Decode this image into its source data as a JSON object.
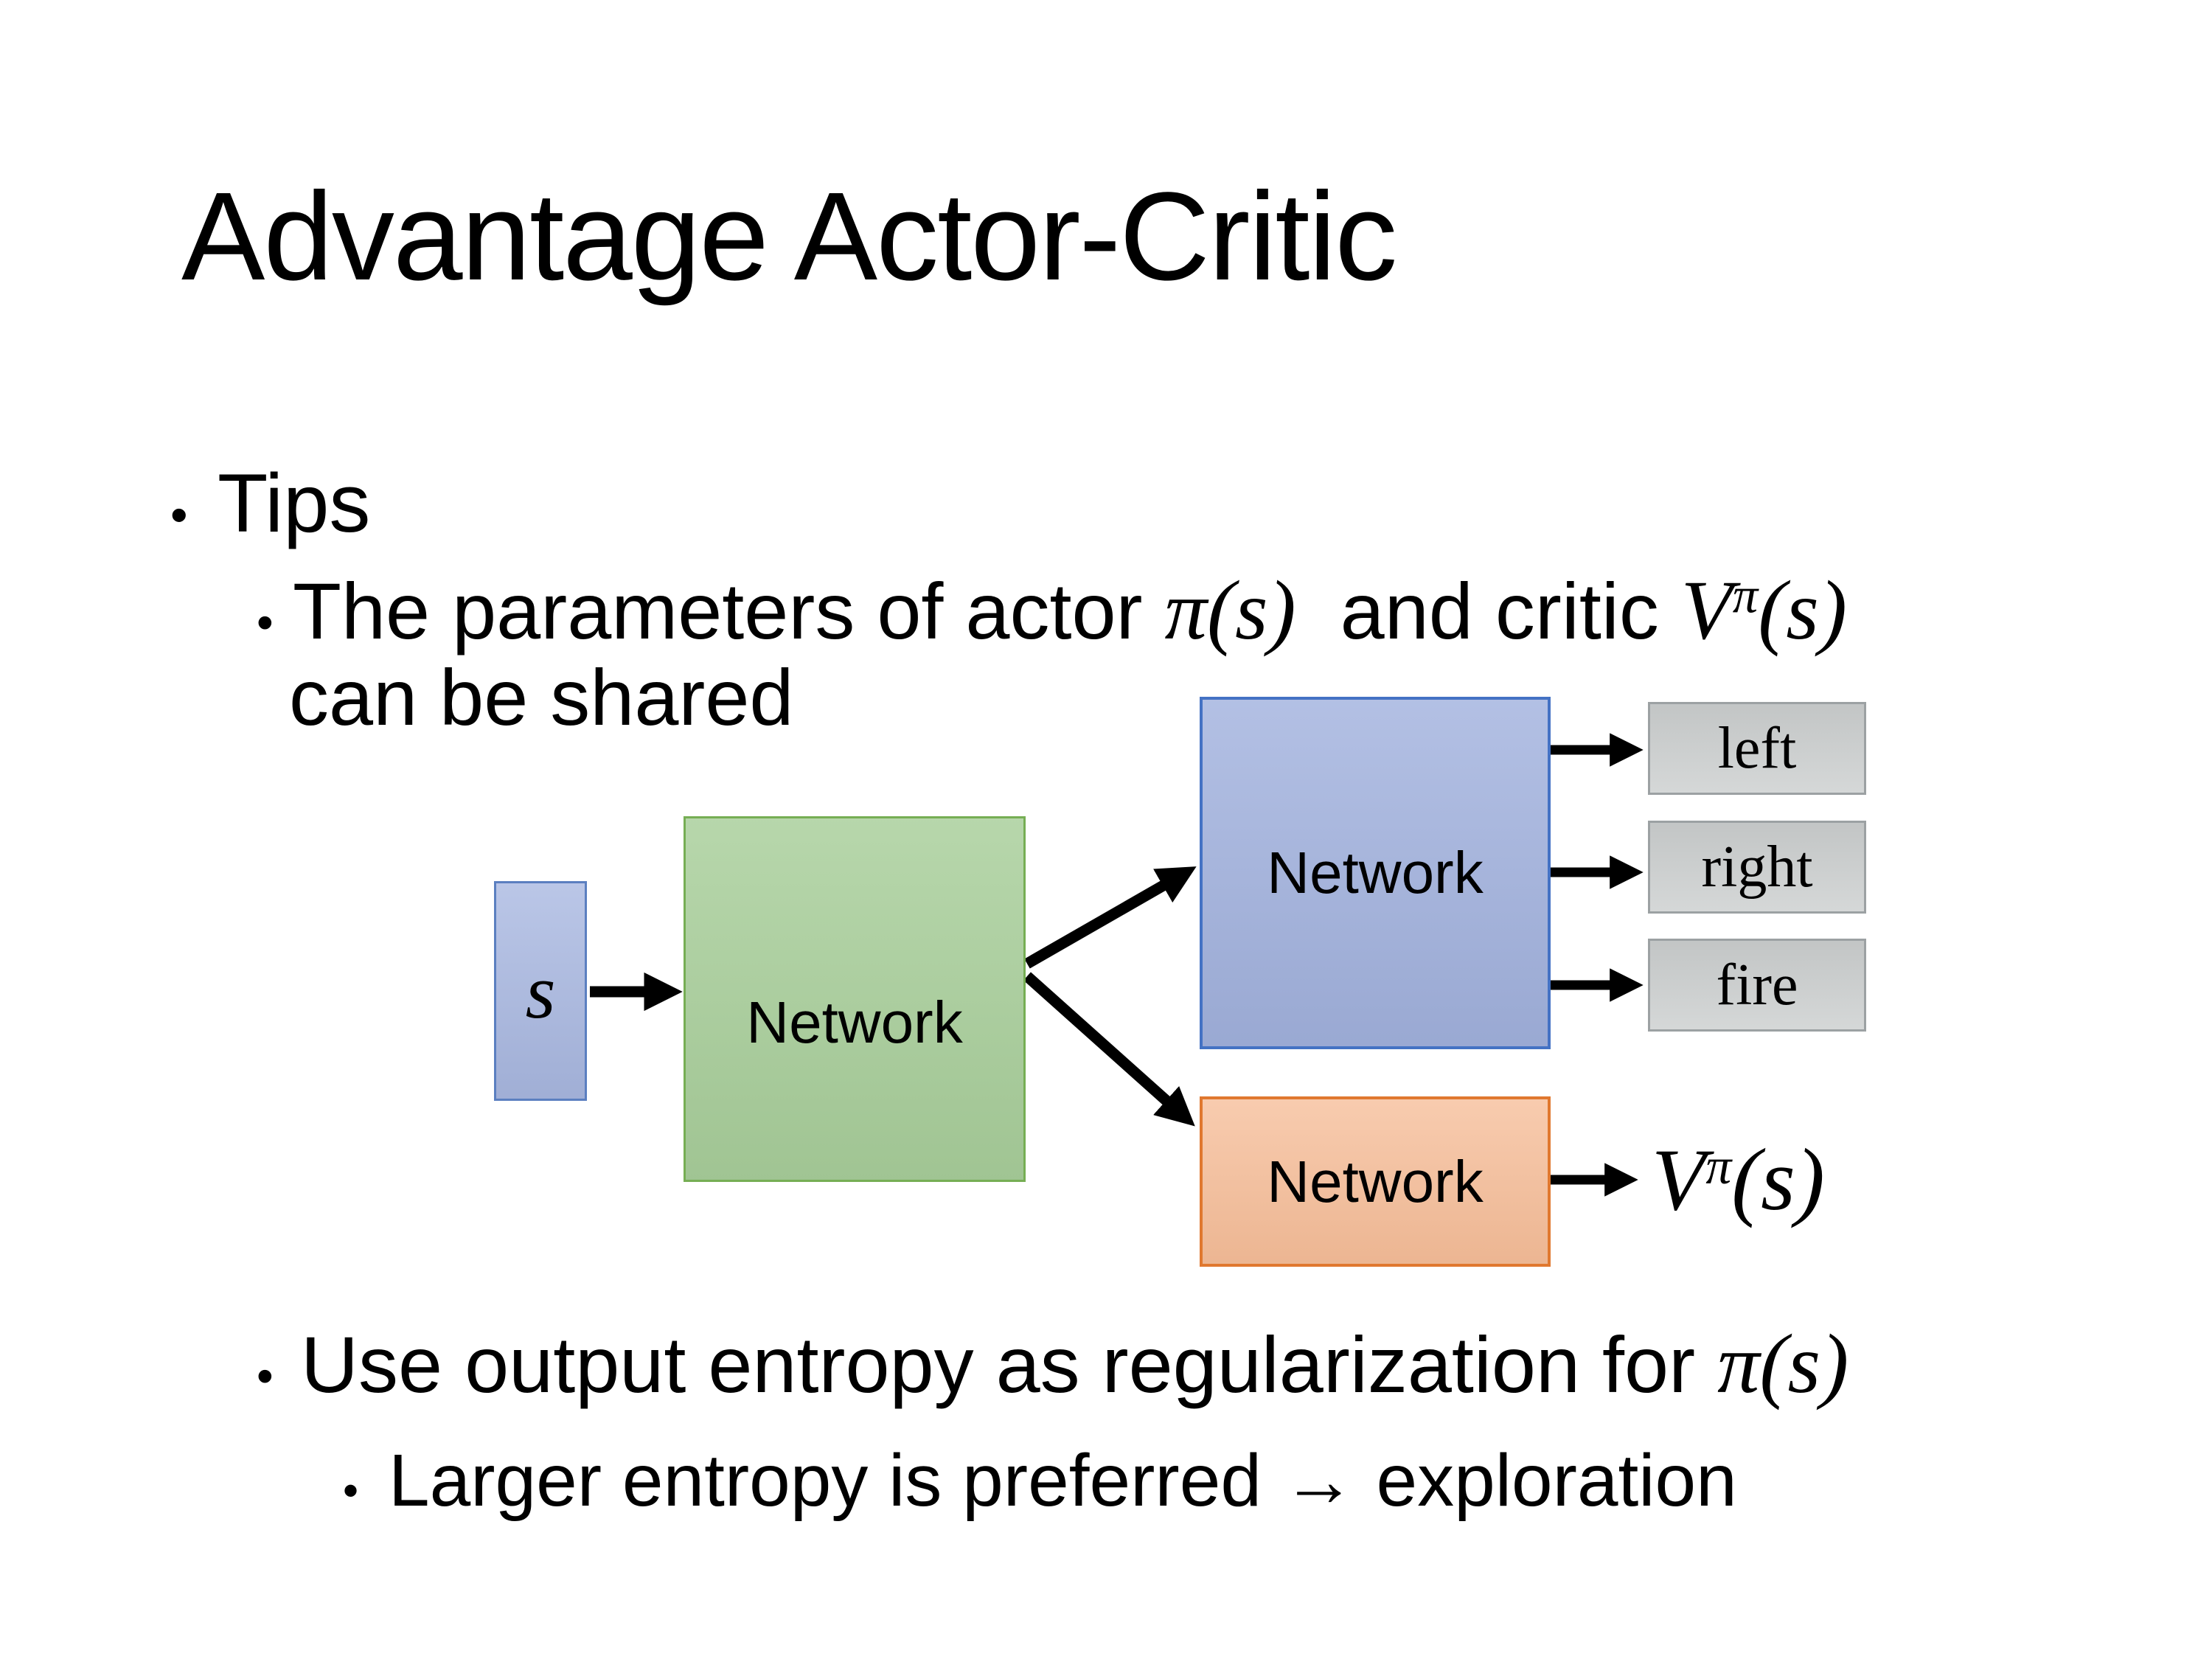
{
  "slide": {
    "title": "Advantage Actor-Critic",
    "bullet_char": "•",
    "tips": "Tips",
    "shared_bullet": {
      "before": "The parameters of actor ",
      "pi_s": "π(s)",
      "mid": "  and critic ",
      "V": "V",
      "V_sup": "π",
      "V_arg": "(s)",
      "line2": "can be shared"
    },
    "entropy_bullet": {
      "before": "Use output entropy as regularization for ",
      "pi_s": "π(s)"
    },
    "exploration_bullet": "Larger entropy is preferred → exploration"
  },
  "diagram": {
    "input_label": "s",
    "shared_network": "Network",
    "actor_network": "Network",
    "critic_network": "Network",
    "actions": [
      "left",
      "right",
      "fire"
    ],
    "critic_output": {
      "V": "V",
      "sup": "π",
      "arg": "(s)"
    },
    "colors": {
      "input_fill": "#a9b8e1",
      "input_border": "#5b7fc0",
      "shared_fill": "#a9cf9b",
      "shared_border": "#76ae54",
      "actor_fill": "#a2b2de",
      "actor_border": "#4472c4",
      "critic_fill": "#f6bd98",
      "critic_border": "#e0782f",
      "action_fill": "#cdd0d0",
      "action_border": "#9ca1a3",
      "arrow": "#000000"
    }
  }
}
